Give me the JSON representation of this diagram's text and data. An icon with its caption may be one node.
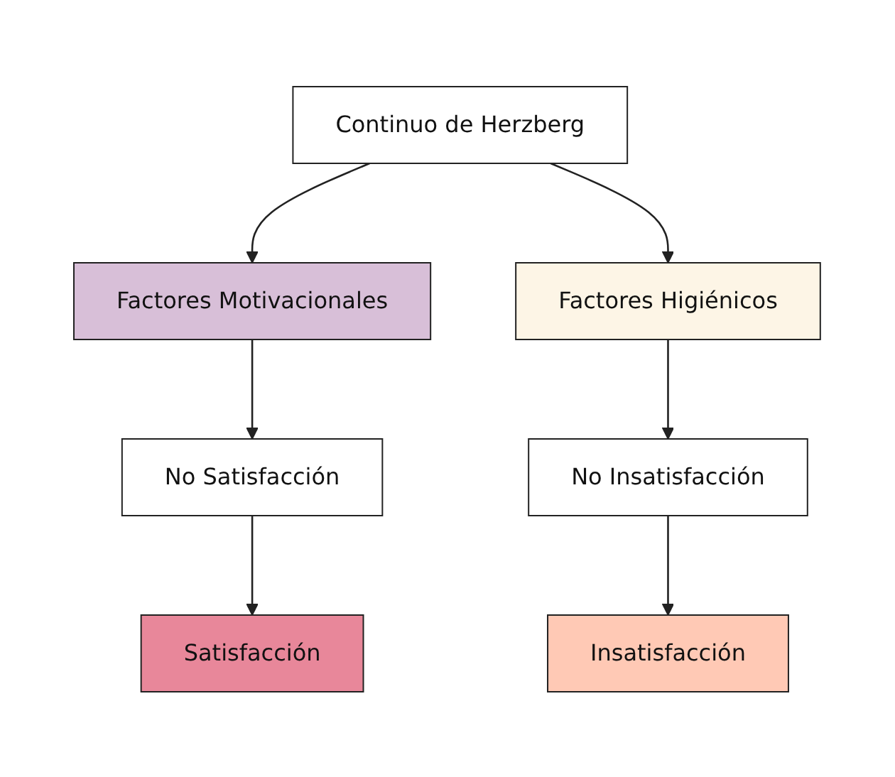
{
  "diagram": {
    "nodes": [
      {
        "text": [
          "Continuo de Herzberg"
        ]
      },
      {
        "text": [
          "Factores Motivacionales"
        ]
      },
      {
        "text": [
          "Factores Higiénicos"
        ]
      },
      {
        "text": [
          "No Satisfacción"
        ]
      },
      {
        "text": [
          "Satisfacción"
        ]
      },
      {
        "text": [
          "No Insatisfacción"
        ]
      },
      {
        "text": [
          "Insatisfacción"
        ]
      }
    ],
    "edges": [
      {
        "from": 0,
        "to": 1,
        "arrow": "to"
      },
      {
        "from": 0,
        "to": 2,
        "arrow": "to"
      },
      {
        "from": 1,
        "to": 3,
        "arrow": "to"
      },
      {
        "from": 3,
        "to": 4,
        "arrow": "to"
      },
      {
        "from": 2,
        "to": 5,
        "arrow": "to"
      },
      {
        "from": 5,
        "to": 6,
        "arrow": "to"
      }
    ]
  }
}
